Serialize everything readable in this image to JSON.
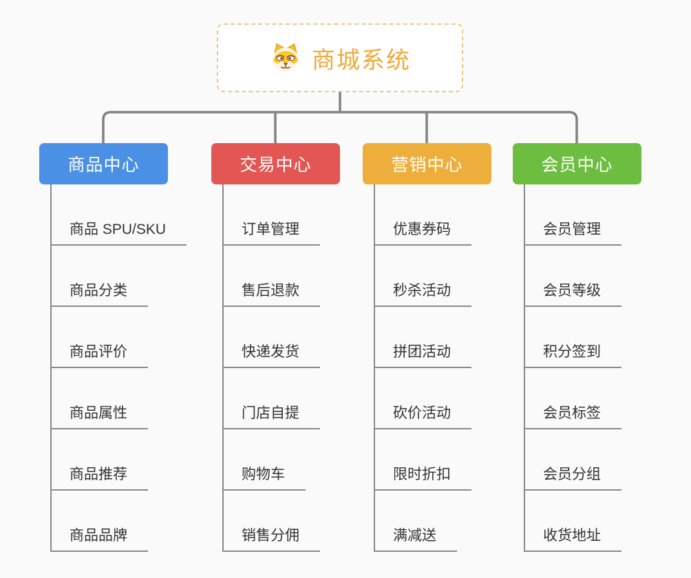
{
  "canvas": {
    "background": "#fafafa",
    "connector_color": "#828282",
    "child_line_color": "#898989",
    "child_text_color": "#333333"
  },
  "root": {
    "label": "商城系统",
    "icon": "dog-face-icon",
    "text_color": "#f0a93c",
    "border_color": "#f2c77d",
    "background": "#ffffff"
  },
  "branches": [
    {
      "label": "商品中心",
      "color": "#4a90e4",
      "children": [
        "商品 SPU/SKU",
        "商品分类",
        "商品评价",
        "商品属性",
        "商品推荐",
        "商品品牌"
      ]
    },
    {
      "label": "交易中心",
      "color": "#e25654",
      "children": [
        "订单管理",
        "售后退款",
        "快递发货",
        "门店自提",
        "购物车",
        "销售分佣"
      ]
    },
    {
      "label": "营销中心",
      "color": "#edae3c",
      "children": [
        "优惠券码",
        "秒杀活动",
        "拼团活动",
        "砍价活动",
        "限时折扣",
        "满减送"
      ]
    },
    {
      "label": "会员中心",
      "color": "#6dbe40",
      "children": [
        "会员管理",
        "会员等级",
        "积分签到",
        "会员标签",
        "会员分组",
        "收货地址"
      ]
    }
  ]
}
